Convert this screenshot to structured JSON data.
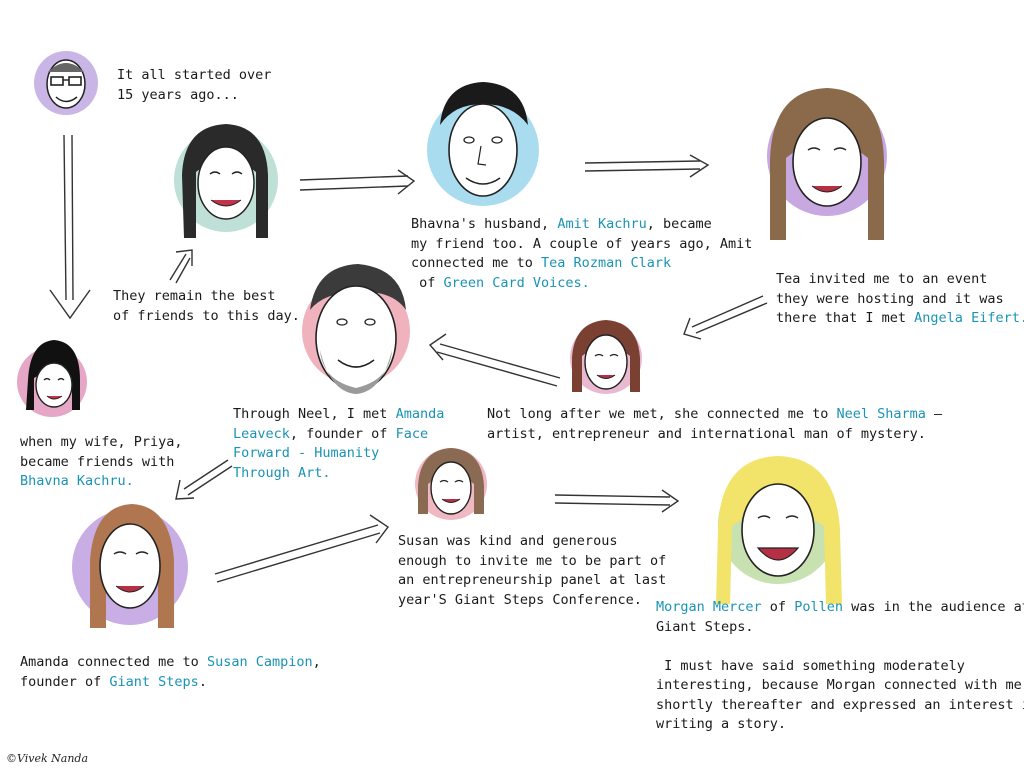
{
  "colors": {
    "ink": "#1a1a1a",
    "link": "#1a93b5"
  },
  "captions": {
    "start": {
      "l1": "It all started over",
      "l2": "15 years ago..."
    },
    "priya": {
      "l1": "when my wife, Priya,",
      "l2": "became friends with",
      "l3": "Bhavna Kachru."
    },
    "best": {
      "l1": "They remain the best",
      "l2": "of friends to this day."
    },
    "amit": {
      "l1a": "Bhavna's husband, ",
      "l1b": "Amit Kachru",
      "l1c": ", became",
      "l2": "my friend too. A couple of years ago, Amit",
      "l3a": "connected me to ",
      "l3b": "Tea Rozman Clark",
      "l4a": " of ",
      "l4b": "Green Card Voices."
    },
    "tea": {
      "l1": "Tea invited me to an event",
      "l2": "they were hosting and it was",
      "l3a": "there that I met ",
      "l3b": "Angela Eifert."
    },
    "angela": {
      "l1a": "Not long after we met, she connected me to ",
      "l1b": "Neel Sharma",
      "l1c": " –",
      "l2": "artist, entrepreneur and international man of mystery."
    },
    "neel": {
      "l1a": "Through Neel, I met ",
      "l1b": "Amanda",
      "l2a": "Leaveck",
      "l2b": ", founder of ",
      "l2c": "Face",
      "l3": "Forward - Humanity",
      "l4": "Through Art."
    },
    "amanda": {
      "l1a": "Amanda connected me to ",
      "l1b": "Susan Campion",
      "l1c": ",",
      "l2a": "founder of ",
      "l2b": "Giant Steps",
      "l2c": "."
    },
    "susan": {
      "l1": "Susan was kind and generous",
      "l2": "enough to invite me to be part of",
      "l3": "an entrepreneurship panel at last",
      "l4": "year'S Giant Steps Conference."
    },
    "morgan": {
      "l1a": "Morgan Mercer",
      "l1b": " of ",
      "l1c": "Pollen",
      "l1d": " was in the audience at",
      "l2": "Giant Steps.",
      "l3": " I must have said something moderately",
      "l4": "interesting, because Morgan connected with me",
      "l5": "shortly thereafter and expressed an interest in",
      "l6": "writing a story."
    }
  },
  "signature": "©Vivek Nanda",
  "icons": [
    "face-author",
    "face-priya",
    "face-bhavna",
    "face-amit",
    "face-tea",
    "face-angela",
    "face-neel",
    "face-amanda",
    "face-susan",
    "face-morgan",
    "arrow"
  ]
}
